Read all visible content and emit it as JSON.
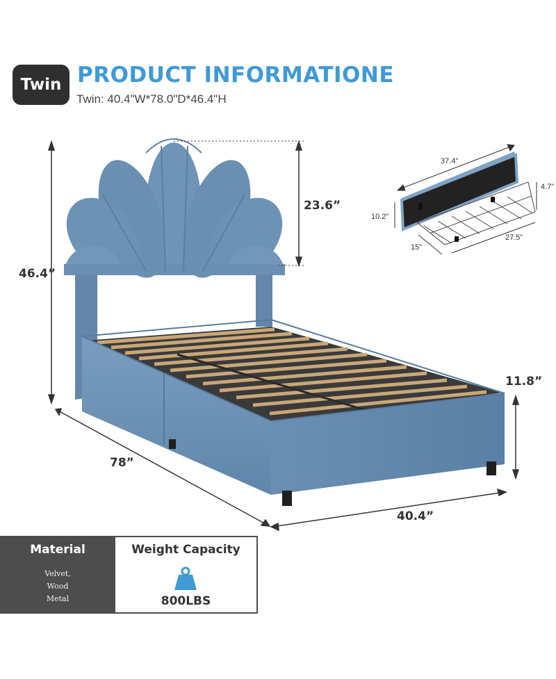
{
  "header": {
    "size_badge": "Twin",
    "title": "PRODUCT INFORMATIONE",
    "subtitle": "Twin: 40.4\"W*78.0\"D*46.4\"H"
  },
  "dimensions": {
    "headboard_height": "23.6”",
    "total_height": "46.4”",
    "length": "78”",
    "width": "40.4”",
    "side_height": "11.8”"
  },
  "drawer": {
    "top_width": "37.4”",
    "height": "10.2”",
    "basket_height": "4.7”",
    "depth": "15”",
    "basket_length": "27.5”"
  },
  "material": {
    "title": "Material",
    "lines": [
      "Velvet,",
      "Wood",
      "Metal"
    ]
  },
  "weight": {
    "title": "Weight Capacity",
    "value": "800LBS",
    "icon": "weight-icon"
  },
  "colors": {
    "title_blue": "#3f9ad6",
    "velvet_blue": "#6e93b5",
    "dark_panel": "#4d4d4d"
  }
}
